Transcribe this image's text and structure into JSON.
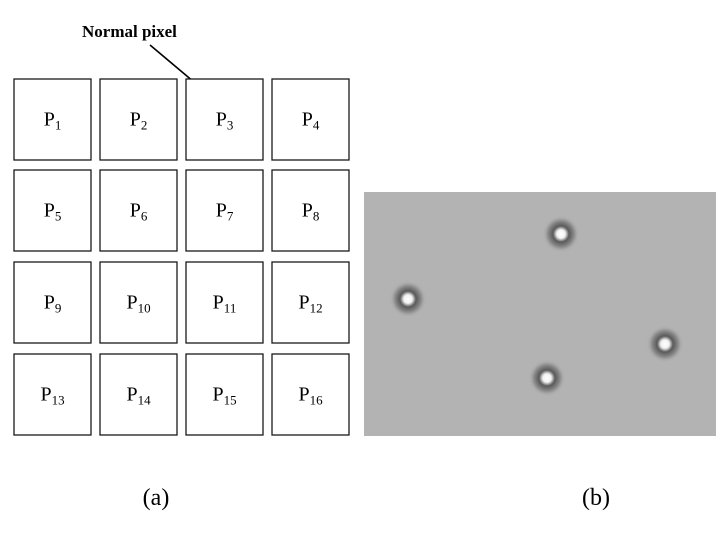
{
  "panel_a": {
    "annotation": "Normal pixel",
    "annotation_target": "P3",
    "label_prefix": "P",
    "rows": [
      [
        "1",
        "2",
        "3",
        "4"
      ],
      [
        "5",
        "6",
        "7",
        "8"
      ],
      [
        "9",
        "10",
        "11",
        "12"
      ],
      [
        "13",
        "14",
        "15",
        "16"
      ]
    ],
    "caption": "(a)"
  },
  "panel_b": {
    "background_color": "#b3b3b3",
    "spot_count": 4,
    "caption": "(b)"
  }
}
